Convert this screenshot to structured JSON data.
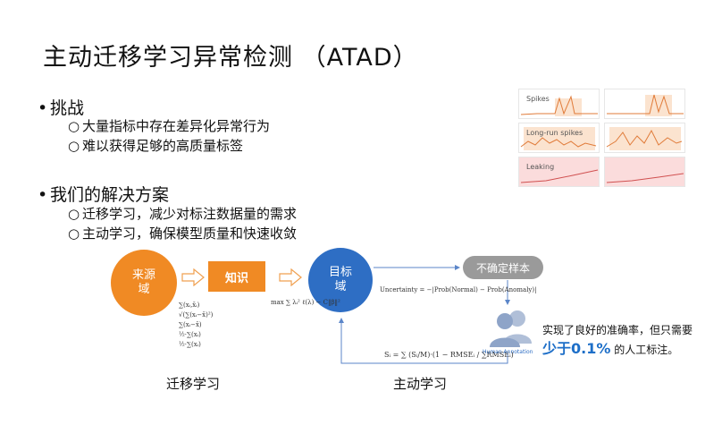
{
  "title": "主动迁移学习异常检测 （ATAD）",
  "challenges": {
    "heading": "挑战",
    "items": [
      "大量指标中存在差异化异常行为",
      "难以获得足够的高质量标签"
    ]
  },
  "solutions": {
    "heading": "我们的解决方案",
    "items": [
      "迁移学习，减少对标注数据量的需求",
      "主动学习，确保模型质量和快速收敛"
    ]
  },
  "thumbnails": [
    {
      "label": "Spikes"
    },
    {
      "label": ""
    },
    {
      "label": "Long-run spikes"
    },
    {
      "label": ""
    },
    {
      "label": "Leaking"
    },
    {
      "label": ""
    }
  ],
  "diagram": {
    "source": "来源\n域",
    "knowledge": "知识",
    "target": "目标\n域",
    "uncertain": "不确定样本",
    "human": "Human Annotation",
    "transfer_caption": "迁移学习",
    "active_caption": "主动学习",
    "uncertainty_formula": "Uncertainty = −|Prob(Normal) − Prob(Anomaly)|",
    "small_formula": "max ∑ λᵢ² ℓ(λ) − C‖β‖²",
    "stats_formulas": [
      "∑(xᵢ,x̄ᵢ)",
      "√(∑(xᵢ−x̄)²)",
      "∑(xᵢ−x̄)",
      "½·∑(xᵢ)",
      "½·∑(xᵢ)"
    ],
    "bottom_formula": "Sᵢ = ∑ (Sᵢ/M)·(1 − RMSEᵢ / ∑RMSEᵢ)"
  },
  "result": {
    "line1": "实现了良好的准确率，但只需要",
    "emph": "少于0.1%",
    "line2_rest": " 的人工标注。"
  },
  "colors": {
    "orange": "#f08a24",
    "blue": "#2e6ec4",
    "gray": "#9a9a9a",
    "arrow_outline": "#f0a050",
    "light_blue": "#5b86c9"
  }
}
